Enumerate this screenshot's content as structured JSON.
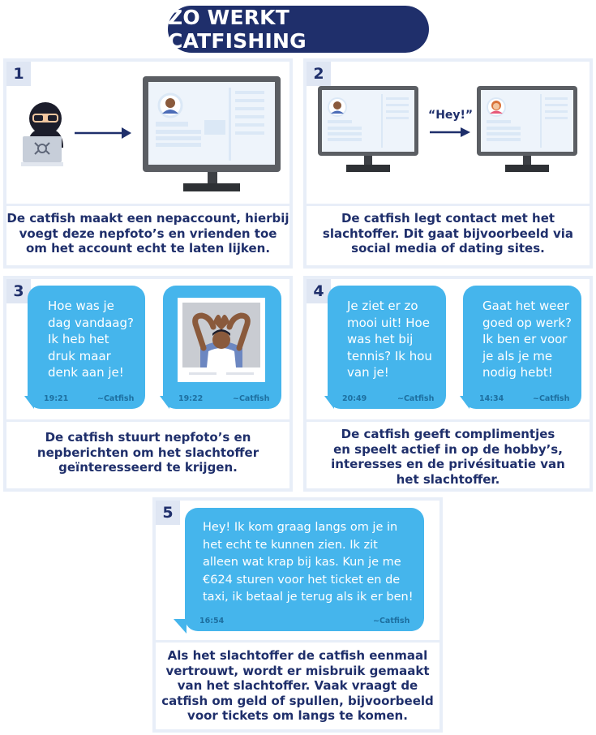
{
  "title": "ZO WERKT CATFISHING",
  "colors": {
    "navy": "#1f2f6b",
    "bubble_blue": "#45b5ec",
    "panel_bg": "#e8eef8",
    "screen_blue": "#dbe8f6"
  },
  "steps": [
    {
      "number": "1",
      "icons": [
        "hacker-icon",
        "laptop-icon",
        "arrow-right-icon",
        "monitor-icon"
      ],
      "caption": "De catfish maakt een nepaccount, hierbij\nvoegt deze nepfoto’s en vrienden toe\nom het account echt te laten lijken."
    },
    {
      "number": "2",
      "speech": "“Hey!”",
      "icons": [
        "monitor-icon",
        "arrow-right-icon",
        "monitor-icon"
      ],
      "caption": "De catfish legt contact met het\nslachtoffer. Dit gaat bijvoorbeeld via\nsocial media of dating sites."
    },
    {
      "number": "3",
      "messages": [
        {
          "text": "Hoe was je\ndag vandaag?\nIk heb het\ndruk maar\ndenk aan je!",
          "time": "19:21",
          "sender": "~Catfish"
        },
        {
          "text": "",
          "time": "19:22",
          "sender": "~Catfish"
        }
      ],
      "caption": "De catfish stuurt nepfoto’s en\nnepberichten om het slachtoffer\ngeïnteresseerd te krijgen."
    },
    {
      "number": "4",
      "messages": [
        {
          "text": "Je ziet er zo\nmooi uit! Hoe\nwas het bij\ntennis? Ik hou\nvan je!",
          "time": "20:49",
          "sender": "~Catfish"
        },
        {
          "text": "Gaat het weer\ngoed op werk?\nIk ben er voor\nje als je me\nnodig hebt!",
          "time": "14:34",
          "sender": "~Catfish"
        }
      ],
      "caption": "De catfish geeft  complimentjes\nen speelt actief in op de hobby’s,\ninteresses en de privésituatie van\nhet slachtoffer."
    },
    {
      "number": "5",
      "messages": [
        {
          "text": "Hey! Ik kom graag langs om je in\nhet echt te kunnen zien. Ik zit\nalleen wat krap bij kas. Kun je me\n€624 sturen voor het ticket en de\ntaxi, ik betaal je terug als ik er ben!",
          "time": "16:54",
          "sender": "~Catfish"
        }
      ],
      "caption": "Als het slachtoffer de catfish eenmaal\nvertrouwt, wordt er misbruik gemaakt\nvan het slachtoffer. Vaak vraagt de\ncatfish om geld of spullen, bijvoorbeeld\nvoor tickets om langs te komen."
    }
  ]
}
